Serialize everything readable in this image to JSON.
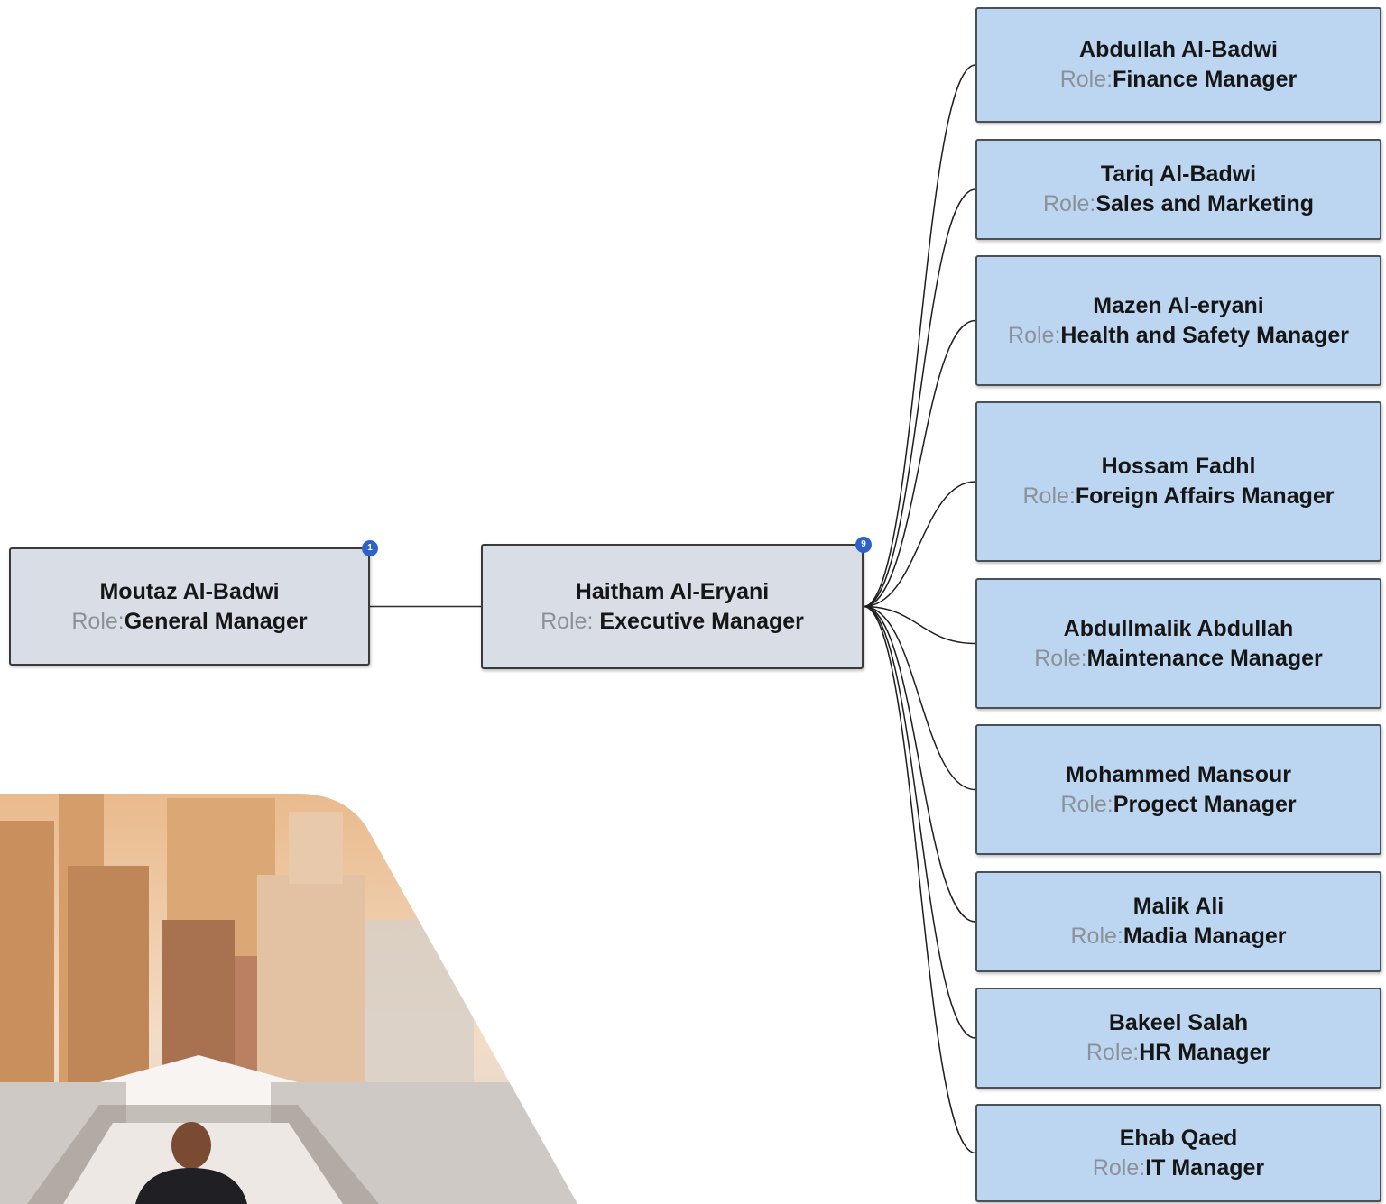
{
  "root": {
    "name": "Moutaz Al-Badwi",
    "role_label": "Role:",
    "role": "General Manager",
    "badge": "1"
  },
  "executive": {
    "name": "Haitham Al-Eryani",
    "role_label": "Role:",
    "role": "Executive Manager",
    "badge": "9"
  },
  "reports": [
    {
      "name": "Abdullah Al-Badwi",
      "role_label": "Role:",
      "role": "Finance Manager"
    },
    {
      "name": "Tariq Al-Badwi",
      "role_label": "Role:",
      "role": "Sales and Marketing"
    },
    {
      "name": "Mazen Al-eryani",
      "role_label": "Role:",
      "role": "Health and Safety Manager"
    },
    {
      "name": "Hossam Fadhl",
      "role_label": "Role:",
      "role": "Foreign Affairs Manager"
    },
    {
      "name": "Abdullmalik Abdullah",
      "role_label": "Role:",
      "role": "Maintenance Manager"
    },
    {
      "name": "Mohammed Mansour",
      "role_label": "Role:",
      "role": "Progect Manager"
    },
    {
      "name": "Malik Ali",
      "role_label": "Role:",
      "role": "Madia Manager"
    },
    {
      "name": "Bakeel Salah",
      "role_label": "Role:",
      "role": "HR Manager"
    },
    {
      "name": "Ehab Qaed",
      "role_label": "Role:",
      "role": "IT Manager"
    }
  ],
  "colors": {
    "top_fill": "#d9dee6",
    "child_fill": "#bcd6f1",
    "badge": "#2f62c9",
    "role_label": "#8b9199"
  },
  "decoration": {
    "icon": "city-businessman-illustration"
  }
}
